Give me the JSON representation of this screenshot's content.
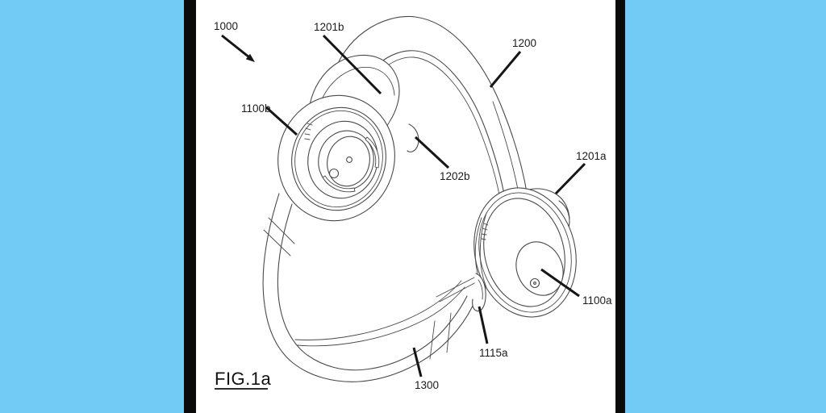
{
  "colors": {
    "background": "#72CBF4",
    "panel": "#FFFFFF",
    "frame_bars": "#0A0A0A",
    "linework": "#4A4A4A",
    "annotation_text": "#1B1B1B"
  },
  "figure": {
    "caption": "FIG.1a",
    "subject": "headphones-perspective-line-drawing",
    "annotations": [
      {
        "ref": "1000"
      },
      {
        "ref": "1201b"
      },
      {
        "ref": "1200"
      },
      {
        "ref": "1100b"
      },
      {
        "ref": "1202b"
      },
      {
        "ref": "1201a"
      },
      {
        "ref": "1100a"
      },
      {
        "ref": "1115a"
      },
      {
        "ref": "1300"
      }
    ]
  }
}
